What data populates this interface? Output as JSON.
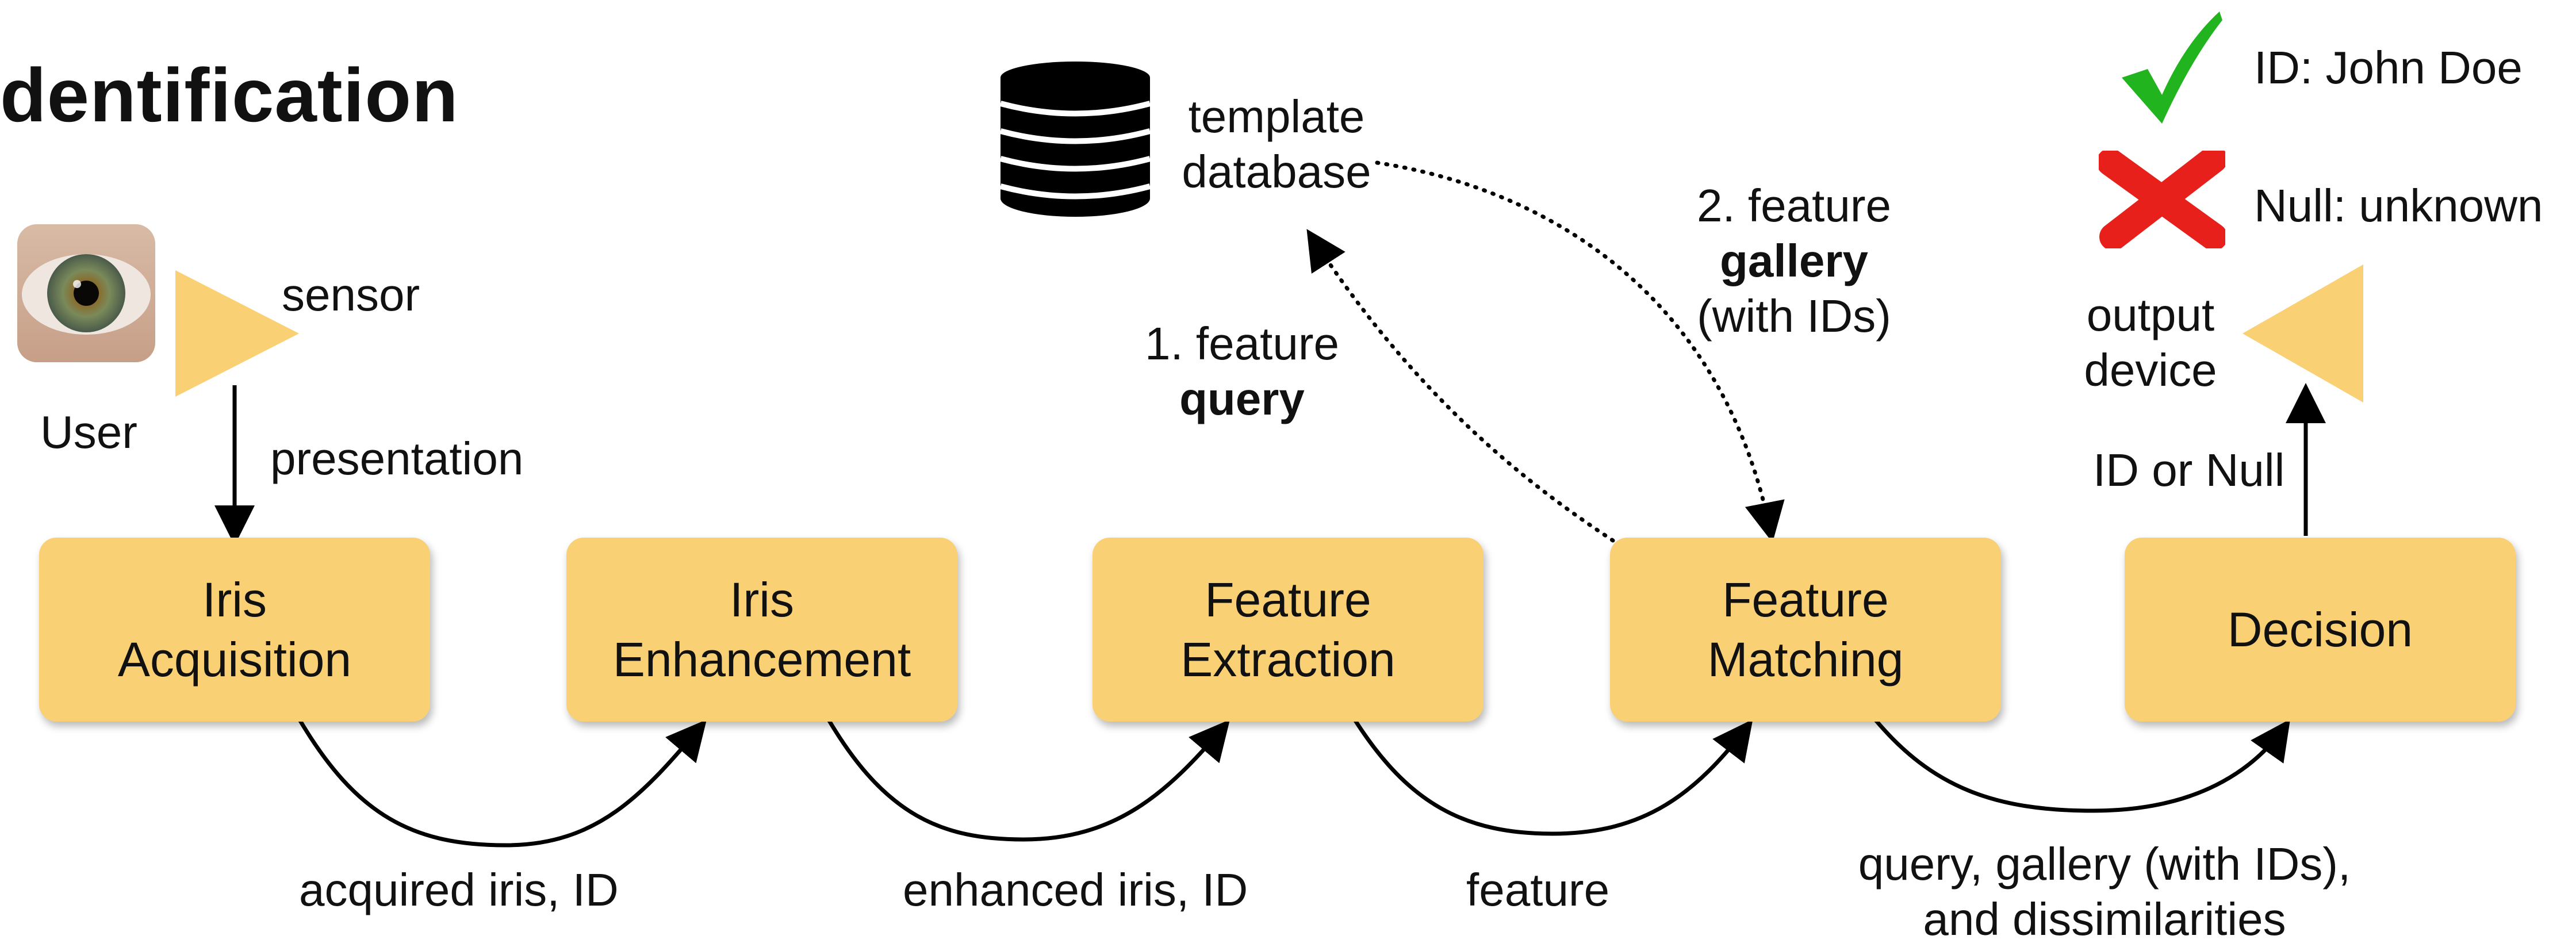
{
  "title": "dentification",
  "user": {
    "label": "User",
    "sensor_label": "sensor",
    "presentation_label": "presentation"
  },
  "database": {
    "line1": "template",
    "line2": "database",
    "icon": "database-icon"
  },
  "query_edge": {
    "line1": "1. feature",
    "line2": "query"
  },
  "gallery_edge": {
    "line1": "2. feature",
    "line2": "gallery",
    "line3": "(with IDs)"
  },
  "output": {
    "line1": "output",
    "line2": "device",
    "arrow_label": "ID or Null"
  },
  "legend": {
    "accept": "ID: John Doe",
    "reject": "Null: unknown"
  },
  "stages": [
    {
      "line1": "Iris",
      "line2": "Acquisition"
    },
    {
      "line1": "Iris",
      "line2": "Enhancement"
    },
    {
      "line1": "Feature",
      "line2": "Extraction"
    },
    {
      "line1": "Feature",
      "line2": "Matching"
    },
    {
      "line1": "Decision"
    }
  ],
  "flows": [
    "acquired iris, ID",
    "enhanced iris, ID",
    "feature",
    {
      "line1": "query, gallery (with IDs),",
      "line2": "and dissimilarities"
    }
  ],
  "colors": {
    "stage": "#f9d074",
    "accept": "#22b41e",
    "reject": "#e8201c"
  }
}
